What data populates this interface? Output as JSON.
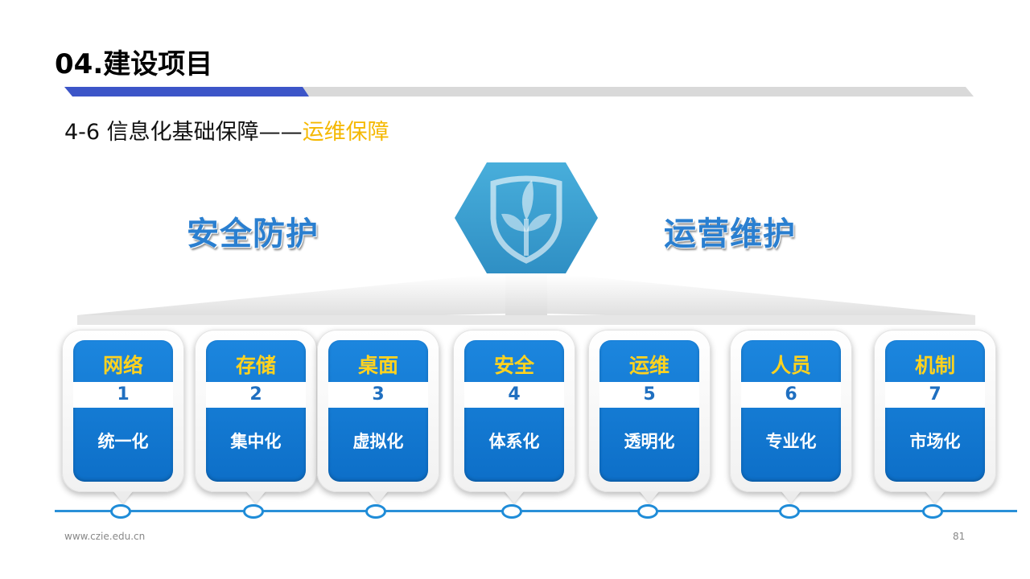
{
  "header": {
    "title": "04.建设项目",
    "subtitle_prefix": "4-6 信息化基础保障——",
    "subtitle_highlight": "运维保障"
  },
  "labels": {
    "left": "安全防护",
    "right": "运营维护"
  },
  "center_icon": "shield-sprout-icon",
  "cards": [
    {
      "category": "网络",
      "number": "1",
      "desc": "统一化"
    },
    {
      "category": "存储",
      "number": "2",
      "desc": "集中化"
    },
    {
      "category": "桌面",
      "number": "3",
      "desc": "虚拟化"
    },
    {
      "category": "安全",
      "number": "4",
      "desc": "体系化"
    },
    {
      "category": "运维",
      "number": "5",
      "desc": "透明化"
    },
    {
      "category": "人员",
      "number": "6",
      "desc": "专业化"
    },
    {
      "category": "机制",
      "number": "7",
      "desc": "市场化"
    }
  ],
  "footer": {
    "url": "www.czie.edu.cn",
    "page": "81"
  },
  "colors": {
    "accent_blue": "#1c86de",
    "highlight_yellow": "#f5b800",
    "category_yellow": "#ffd21f",
    "hex_blue": "#3aa0d0",
    "timeline_blue": "#2a90d8"
  }
}
